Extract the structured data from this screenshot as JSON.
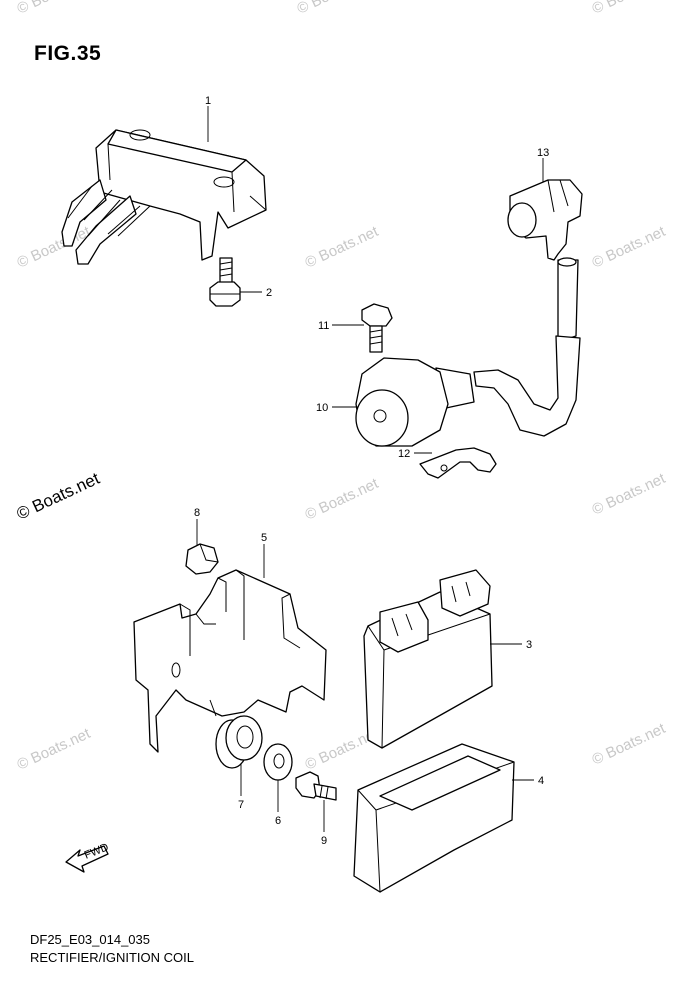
{
  "figure": {
    "title": "FIG.35",
    "code": "DF25_E03_014_035",
    "caption": "RECTIFIER/IGNITION COIL"
  },
  "watermark": {
    "text": "© Boats.net"
  },
  "direction_arrow": {
    "label": "FWD"
  },
  "callouts": {
    "p1": "1",
    "p2": "2",
    "p3": "3",
    "p4": "4",
    "p5": "5",
    "p7": "7",
    "p6": "6",
    "p8": "8",
    "p9": "9",
    "p10": "10",
    "p11": "11",
    "p12": "12",
    "p13": "13"
  }
}
